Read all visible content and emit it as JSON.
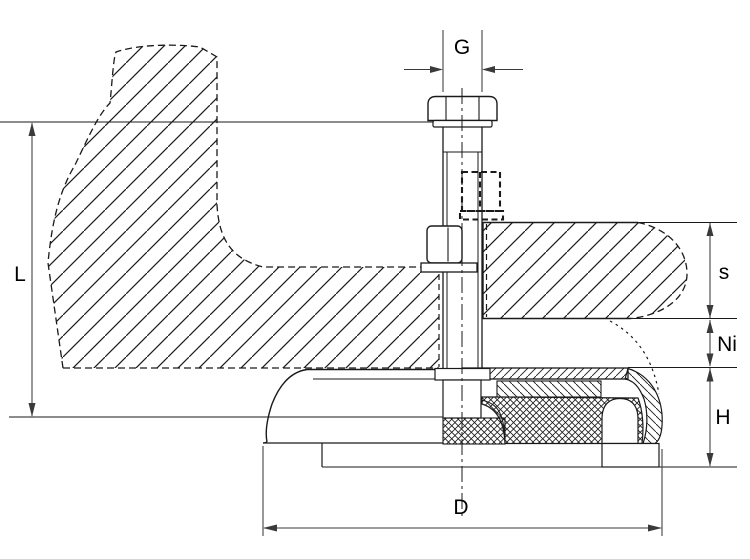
{
  "labels": {
    "g": "G",
    "l": "L",
    "s": "s",
    "ni": "Ni",
    "h": "H",
    "d": "D"
  },
  "colors": {
    "background": "#ffffff",
    "outline": "#1a1a1a",
    "dimension": "#3a3a3a",
    "label_text": "#000000"
  }
}
